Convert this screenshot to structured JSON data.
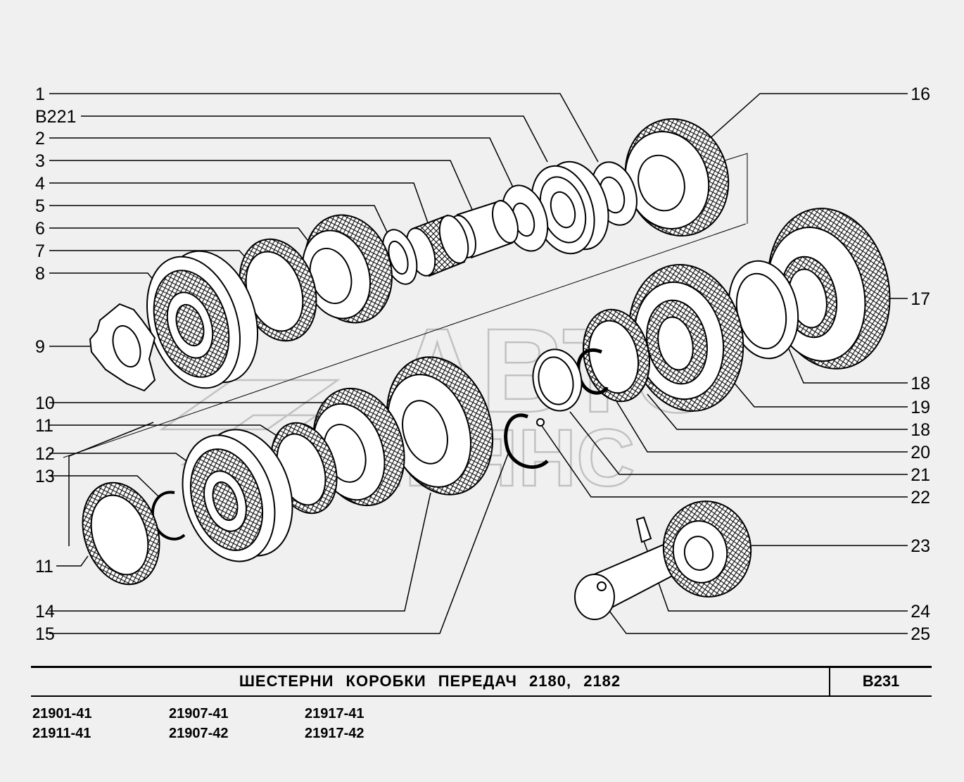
{
  "watermark": {
    "line1": "АВТО",
    "line2": "АЛЬЯНС"
  },
  "left_labels": [
    "1",
    "B221",
    "2",
    "3",
    "4",
    "5",
    "6",
    "7",
    "8",
    "9",
    "10",
    "11",
    "12",
    "13",
    "11",
    "14",
    "15"
  ],
  "right_labels": [
    "16",
    "17",
    "18",
    "19",
    "18",
    "20",
    "21",
    "22",
    "23",
    "24",
    "25"
  ],
  "title": "ШЕСТЕРНИ КОРОБКИ ПЕРЕДАЧ 2180, 2182",
  "page_code": "B231",
  "models": [
    [
      "21901-41",
      "21907-41",
      "21917-41"
    ],
    [
      "21911-41",
      "21907-42",
      "21917-42"
    ]
  ]
}
